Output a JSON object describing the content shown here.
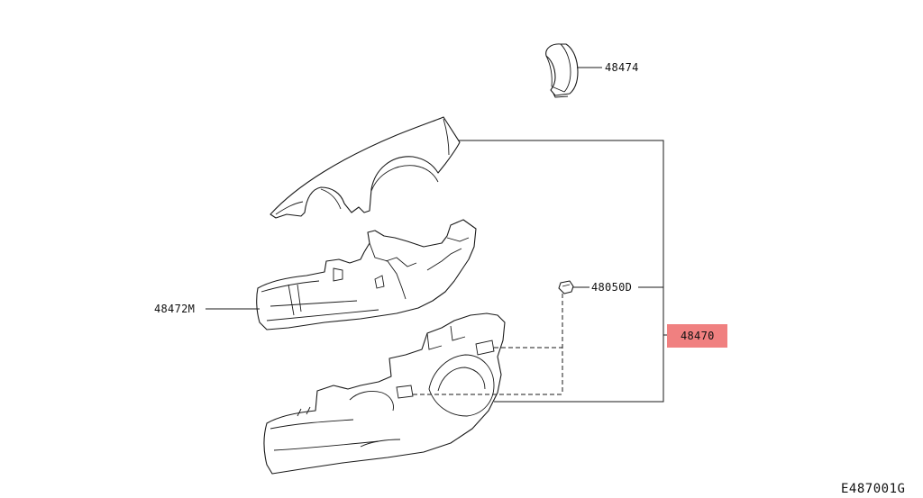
{
  "callouts": {
    "ring": "48474",
    "lower_cover": "48472M",
    "clip": "48050D",
    "assembly": "48470"
  },
  "figure_id": "E487001G",
  "colors": {
    "highlight": "#f08080",
    "line": "#1a1a1a",
    "background": "#ffffff"
  }
}
